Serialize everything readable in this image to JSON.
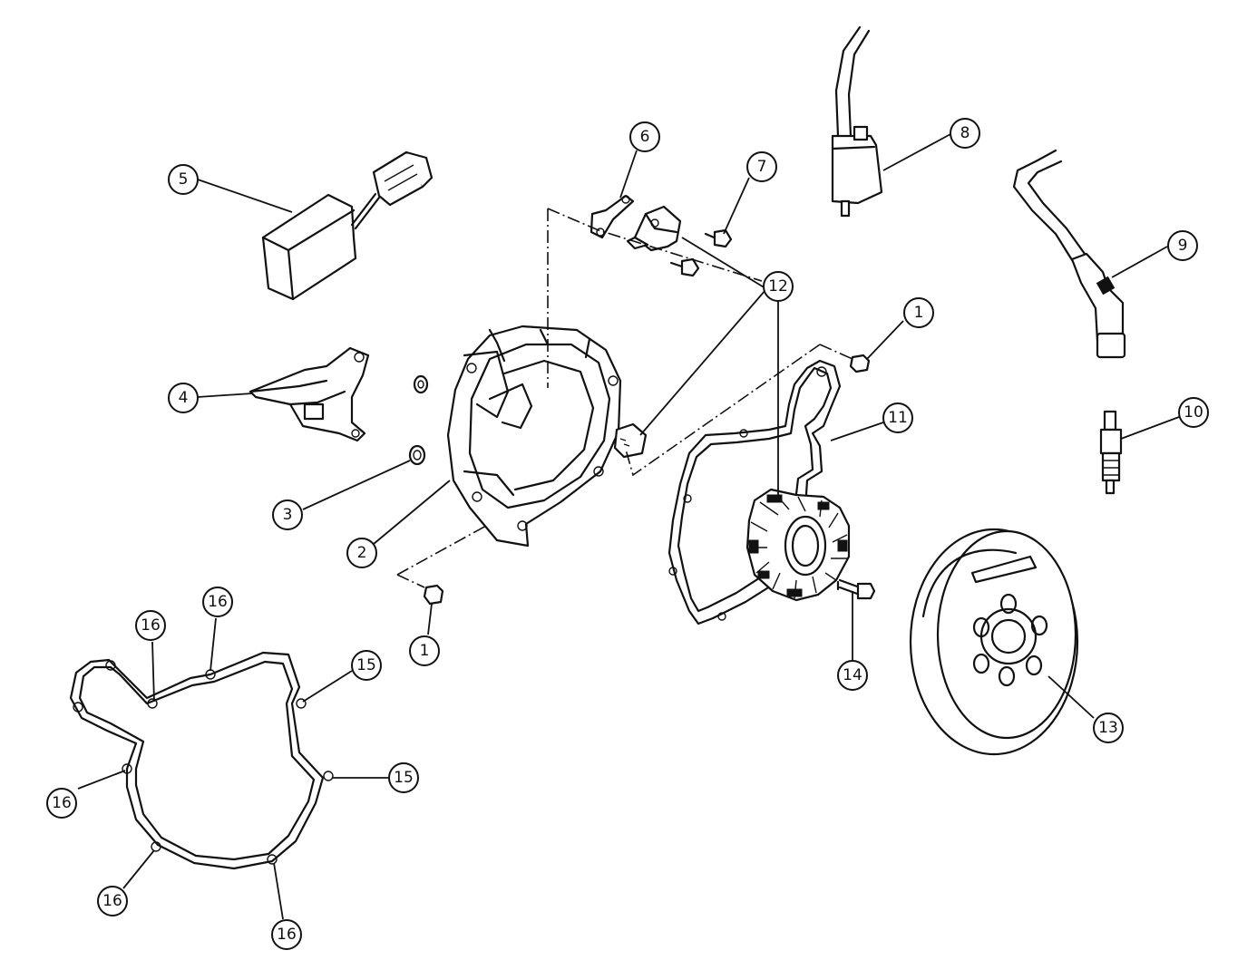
{
  "callouts": [
    {
      "id": "c5",
      "label": "5"
    },
    {
      "id": "c6",
      "label": "6"
    },
    {
      "id": "c7",
      "label": "7"
    },
    {
      "id": "c8",
      "label": "8"
    },
    {
      "id": "c9",
      "label": "9"
    },
    {
      "id": "c12",
      "label": "12"
    },
    {
      "id": "c1a",
      "label": "1"
    },
    {
      "id": "c4",
      "label": "4"
    },
    {
      "id": "c11",
      "label": "11"
    },
    {
      "id": "c10",
      "label": "10"
    },
    {
      "id": "c3",
      "label": "3"
    },
    {
      "id": "c2",
      "label": "2"
    },
    {
      "id": "c16a",
      "label": "16"
    },
    {
      "id": "c16b",
      "label": "16"
    },
    {
      "id": "c1b",
      "label": "1"
    },
    {
      "id": "c15a",
      "label": "15"
    },
    {
      "id": "c14",
      "label": "14"
    },
    {
      "id": "c13",
      "label": "13"
    },
    {
      "id": "c15b",
      "label": "15"
    },
    {
      "id": "c16c",
      "label": "16"
    },
    {
      "id": "c16d",
      "label": "16"
    },
    {
      "id": "c16e",
      "label": "16"
    }
  ]
}
